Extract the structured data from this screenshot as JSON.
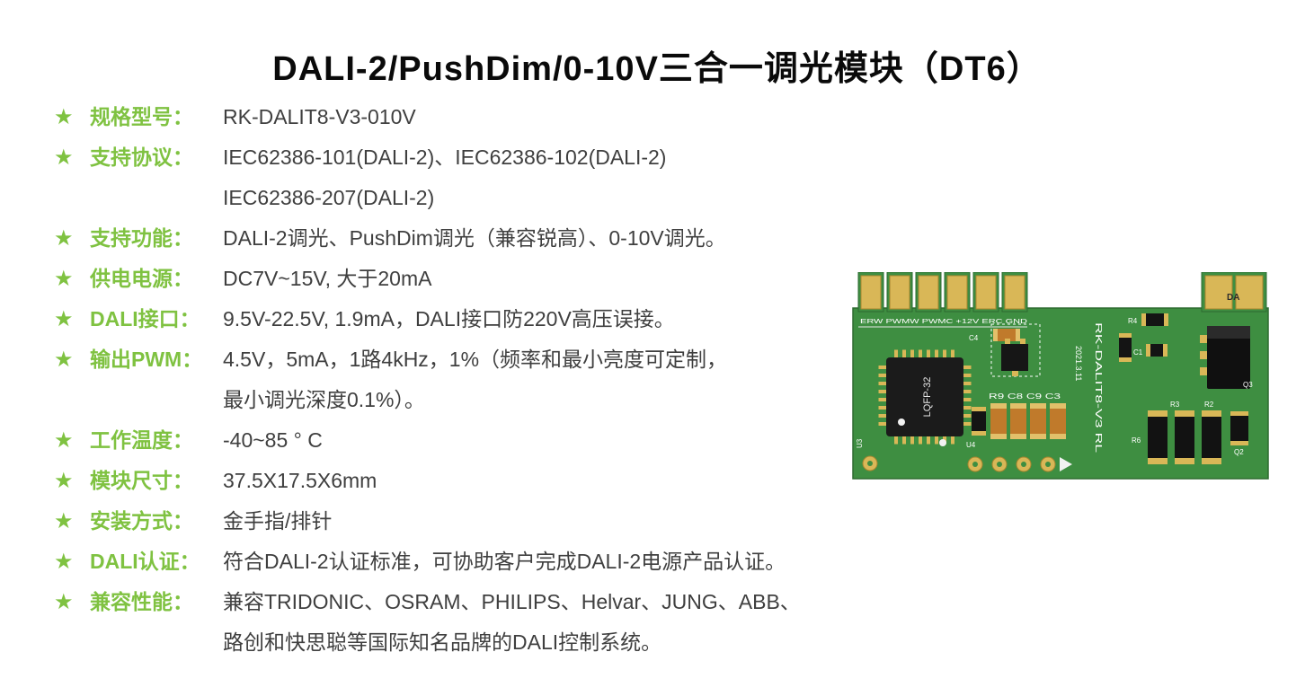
{
  "title": "DALI-2/PushDim/0-10V三合一调光模块（DT6）",
  "star_glyph": "★",
  "accent_color": "#7fc241",
  "specs": [
    {
      "label": "规格型号：",
      "lines": [
        "RK-DALIT8-V3-010V"
      ]
    },
    {
      "label": "支持协议：",
      "lines": [
        "IEC62386-101(DALI-2)、IEC62386-102(DALI-2)",
        "IEC62386-207(DALI-2)"
      ]
    },
    {
      "label": "支持功能：",
      "lines": [
        "DALI-2调光、PushDim调光（兼容锐高）、0-10V调光。"
      ]
    },
    {
      "label": "供电电源：",
      "lines": [
        "DC7V~15V, 大于20mA"
      ]
    },
    {
      "label": "DALI接口：",
      "lines": [
        "9.5V-22.5V, 1.9mA，DALI接口防220V高压误接。"
      ]
    },
    {
      "label": "输出PWM：",
      "lines": [
        "4.5V，5mA，1路4kHz，1%（频率和最小亮度可定制，",
        "最小调光深度0.1%）。"
      ]
    },
    {
      "label": "工作温度：",
      "lines": [
        "-40~85 ° C"
      ]
    },
    {
      "label": "模块尺寸：",
      "lines": [
        "37.5X17.5X6mm"
      ]
    },
    {
      "label": "安装方式：",
      "lines": [
        "金手指/排针"
      ]
    },
    {
      "label": "DALI认证：",
      "lines": [
        "符合DALI-2认证标准，可协助客户完成DALI-2电源产品认证。"
      ]
    },
    {
      "label": "兼容性能：",
      "lines": [
        "兼容TRIDONIC、OSRAM、PHILIPS、Helvar、JUNG、ABB、",
        "路创和快思聪等国际知名品牌的DALI控制系统。"
      ]
    }
  ],
  "pcb": {
    "pins": "ERW PWMW PWMC +12V ERC GND",
    "chip": "LQFP-32",
    "model": "RK-DALIT8-V3  RL",
    "date": "2021.3.11",
    "refs": {
      "da": "DA",
      "c4": "C4",
      "u3": "U3",
      "u4": "U4",
      "row": "R9 C8 C9 C3",
      "r4": "R4",
      "c1": "C1",
      "q3": "Q3",
      "r3": "R3",
      "r2": "R2",
      "r6": "R6",
      "q2": "Q2"
    },
    "board_color": "#3e8e41",
    "gold_color": "#d9b757"
  }
}
